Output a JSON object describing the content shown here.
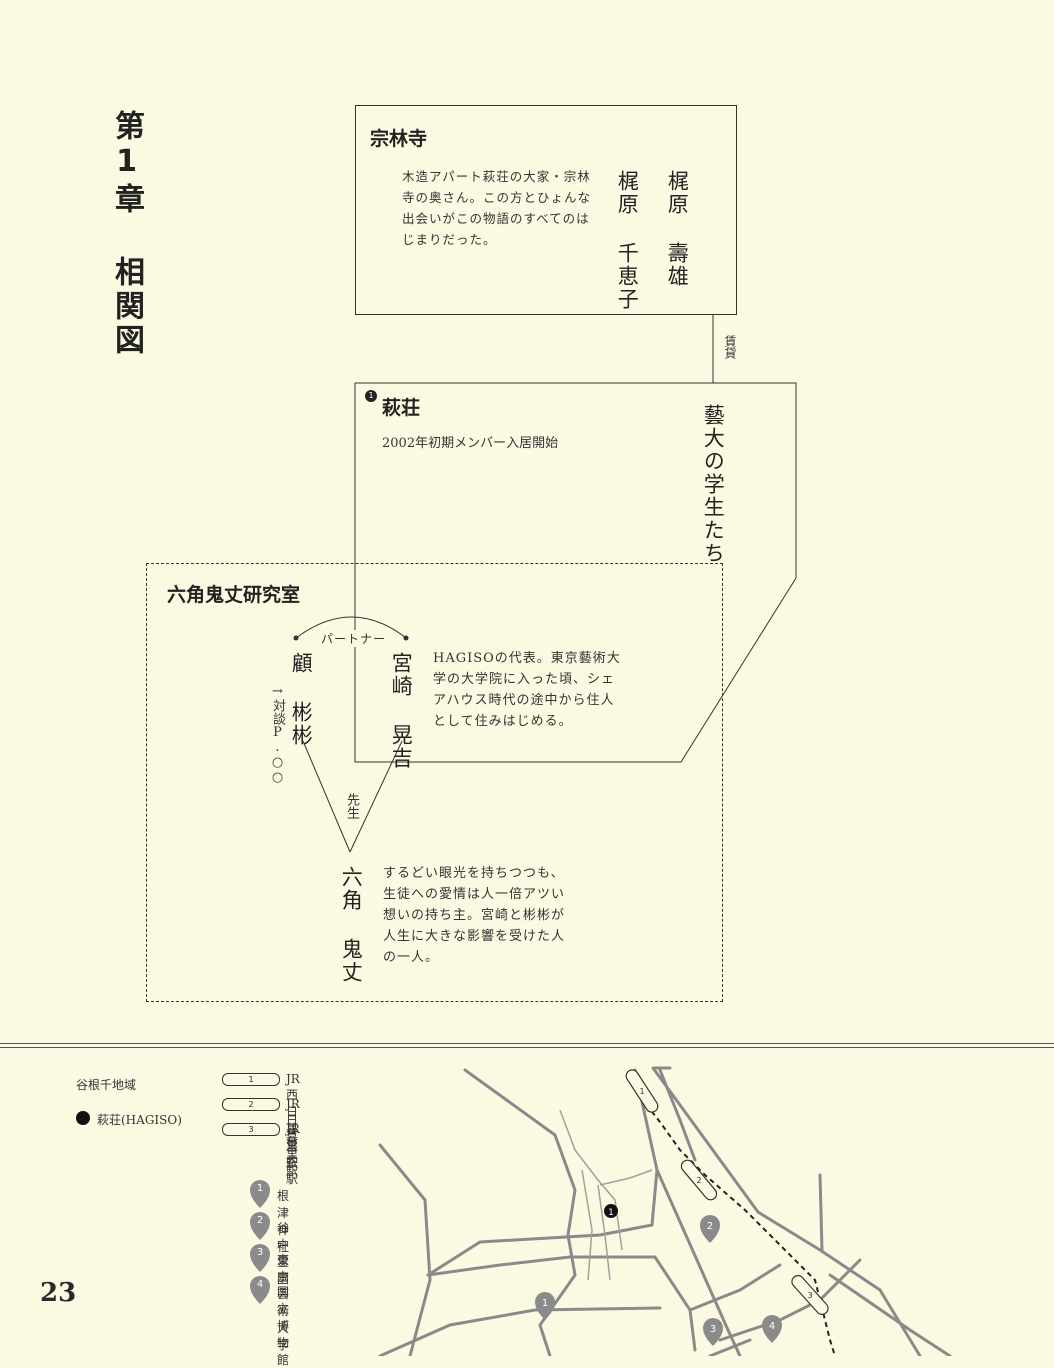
{
  "chapter_title": "第1章 相関図",
  "page_number": "23",
  "sourinji": {
    "title": "宗林寺",
    "description": "木造アパート萩荘の大家・宗林寺の奥さん。この方とひょんな出会いがこの物語のすべてのはじまりだった。",
    "person1": "梶原 壽雄",
    "person2": "梶原 千恵子"
  },
  "rental_label": "賃貸",
  "hagiso": {
    "marker": "1",
    "title": "萩荘",
    "subtitle": "2002年初期メンバー入居開始",
    "students": "藝大の学生たち"
  },
  "lab": {
    "title": "六角鬼丈研究室",
    "partner_label": "パートナー",
    "person_gu": "顧 彬彬",
    "gu_ref": "→対談P.○○",
    "person_miyazaki": "宮崎 晃吉",
    "miyazaki_desc": "HAGISOの代表。東京藝術大学の大学院に入った頃、シェアハウス時代の途中から住人として住みはじめる。",
    "teacher_label": "先生",
    "person_rokkaku": "六角 鬼丈",
    "rokkaku_desc": "するどい眼光を持ちつつも、生徒への愛情は人一倍アツい想いの持ち主。宮崎と彬彬が人生に大きな影響を受けた人の一人。"
  },
  "map": {
    "area_label": "谷根千地域",
    "hagiso_legend": "萩荘(HAGISO)",
    "hagiso_marker": "1",
    "stations": [
      {
        "num": "1",
        "name": "JR 西日暮里駅"
      },
      {
        "num": "2",
        "name": "JR 日暮里駅"
      },
      {
        "num": "3",
        "name": "JR 鶯谷駅"
      }
    ],
    "places": [
      {
        "num": "1",
        "name": "根津神社"
      },
      {
        "num": "2",
        "name": "谷中霊園"
      },
      {
        "num": "3",
        "name": "東京芸術大学"
      },
      {
        "num": "4",
        "name": "国立博物館"
      }
    ]
  },
  "colors": {
    "background": "#fcf9e3",
    "ink": "#2a2a2a",
    "map_road": "#8a8a8a"
  }
}
